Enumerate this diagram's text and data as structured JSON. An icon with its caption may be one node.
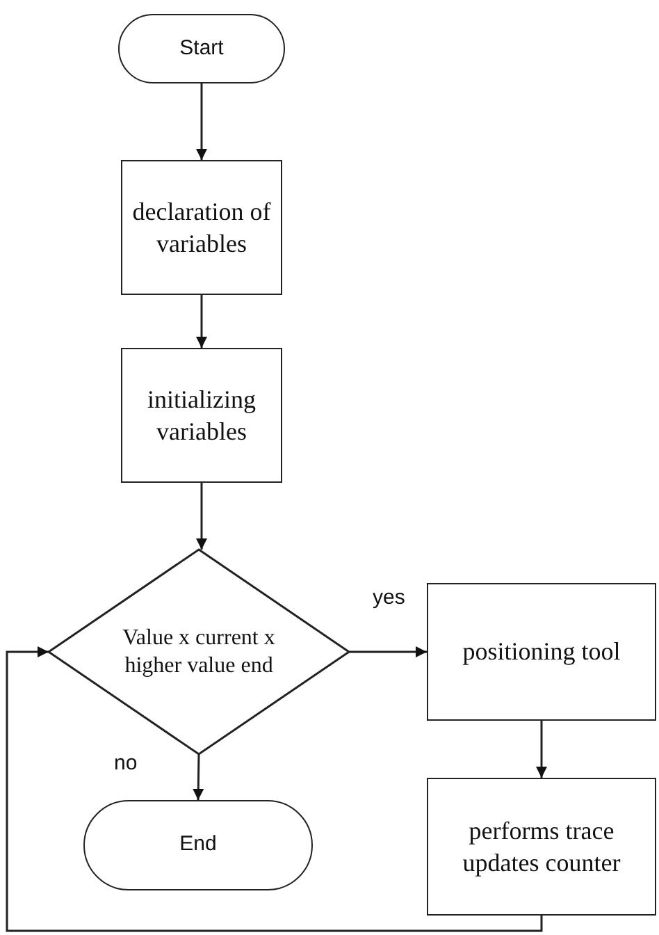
{
  "diagram": {
    "nodes": [
      {
        "text": [
          "Start"
        ]
      },
      {
        "text": [
          "declaration of variables"
        ]
      },
      {
        "text": [
          "initializing variables"
        ]
      },
      {
        "text": [
          "Value x current x higher value end"
        ]
      },
      {
        "text": [
          "positioning tool"
        ]
      },
      {
        "text": [
          "End"
        ]
      },
      {
        "text": [
          "performs trace updates counter"
        ]
      }
    ],
    "edges": [
      {
        "from": 0,
        "to": 1,
        "arrow": "to"
      },
      {
        "from": 1,
        "to": 2,
        "arrow": "to"
      },
      {
        "from": 2,
        "to": 3,
        "arrow": "to"
      },
      {
        "from": 3,
        "to": 4,
        "arrow": "to",
        "label": "yes"
      },
      {
        "from": 3,
        "to": 5,
        "arrow": "to",
        "label": "no"
      },
      {
        "from": 4,
        "to": 6,
        "arrow": "to"
      },
      {
        "from": 6,
        "to": 3,
        "arrow": "to"
      }
    ]
  }
}
